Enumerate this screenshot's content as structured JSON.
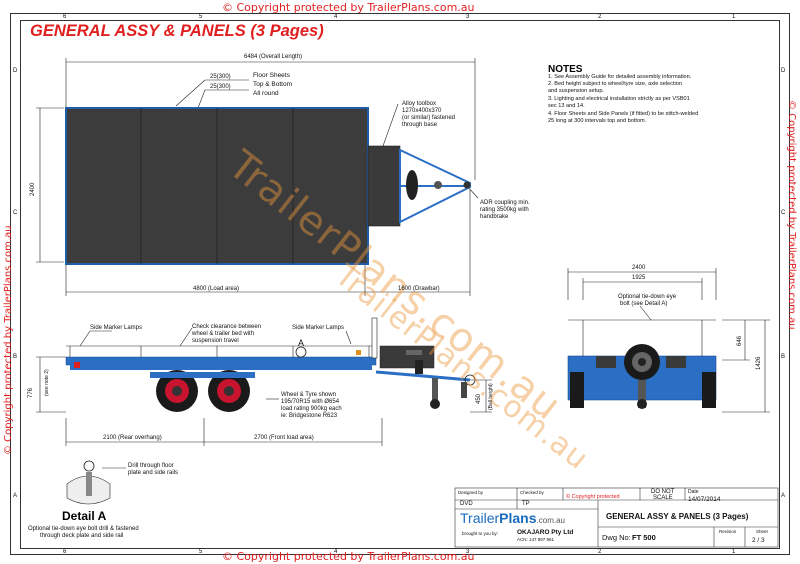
{
  "copyright": {
    "top": "© Copyright protected by TrailerPlans.com.au",
    "bottom": "© Copyright protected by TrailerPlans.com.au",
    "left": "© Copyright protected by TrailerPlans.com.au",
    "right": "© Copyright protected by TrailerPlans.com.au"
  },
  "title": "GENERAL ASSY & PANELS (3 Pages)",
  "grid": {
    "cols": [
      "6",
      "5",
      "4",
      "3",
      "2",
      "1"
    ],
    "rows": [
      "D",
      "C",
      "B",
      "A"
    ]
  },
  "watermark": "TrailerPlans.com.au",
  "top_view": {
    "overall_length": "6484 (Overall Length)",
    "width": "2400",
    "floor_sheets_1": "25(300)",
    "floor_sheets_2": "25(300)",
    "floor_sheets_label": [
      "Floor Sheets",
      "Top & Bottom",
      "All round"
    ],
    "toolbox": [
      "Alloy toolbox",
      "1270x400x370",
      "(or similar) fastened",
      "through base"
    ],
    "coupling": [
      "ADR coupling min.",
      "rating 3500kg with",
      "handbrake"
    ],
    "load_area": "4800 (Load area)",
    "drawbar": "1600 (Drawbar)"
  },
  "side_view": {
    "side_marker_1": "Side Marker Lamps",
    "side_marker_2": "Side Marker Lamps",
    "clearance": [
      "Check clearance between",
      "wheel & trailer bed with",
      "suspension travel"
    ],
    "section_mark": "A",
    "height_776": "776",
    "height_776_note": "(see note 2)",
    "wheel": [
      "Wheel & Tyre shown",
      "195/70R15 with Ø654",
      "load rating 900kg each",
      "ie: Bridgestone R623"
    ],
    "ball_height": "450",
    "ball_height_note": "(Ball height)",
    "rear_overhang": "2100 (Rear overhang)",
    "front_load": "2700 (Front load area)"
  },
  "rear_view": {
    "width_2400": "2400",
    "width_1925": "1925",
    "tiedown": [
      "Optional tie-down eye",
      "bolt (see Detail A)"
    ],
    "h_646": "646",
    "h_1426": "1426"
  },
  "notes": {
    "heading": "NOTES",
    "lines": [
      "1. See Assembly Guide for detailed assembly information.",
      "2. Bed height subject to wheel/tyre size, axle selection",
      "    and suspension setup.",
      "3. Lighting and electrical installation strictly as per VSB01",
      "    sec 13 and 14.",
      "4. Floor Sheets and Side Panels (if fitted) to be stitch-welded",
      "    25 long at 300 intervals top and bottom."
    ]
  },
  "detail": {
    "callout": [
      "Drill through floor",
      "plate and side rails"
    ],
    "title": "Detail A",
    "caption": [
      "Optional tie-down eye bolt drill & fastened",
      "through deck plate and side rail"
    ]
  },
  "title_block": {
    "designed_by_label": "Designed by",
    "designed_by": "DVD",
    "checked_by_label": "Checked by",
    "checked_by": "TP",
    "copyright": "© Copyright protected",
    "do_not_scale": [
      "DO NOT",
      "SCALE"
    ],
    "date_label": "Date",
    "date": "14/07/2014",
    "logo_trailer": "Trailer",
    "logo_plans": "Plans",
    "logo_suffix": ".com.au",
    "brought_by": "brought to you by:",
    "company": "OKAJARO Pty Ltd",
    "acn": "ACN: 147 897 961",
    "drawing_title": "GENERAL ASSY & PANELS (3 Pages)",
    "dwg_no_label": "Dwg No:",
    "dwg_no": "FT 500",
    "revision_label": "Revision",
    "sheet_label": "Sheet",
    "sheet": "2 / 3"
  },
  "colors": {
    "copyright": "#e02020",
    "deck": "#3c3c3c",
    "frame_blue": "#2a6fc4",
    "watermark": "#eb963c",
    "logo_blue": "#1a6bc0"
  }
}
